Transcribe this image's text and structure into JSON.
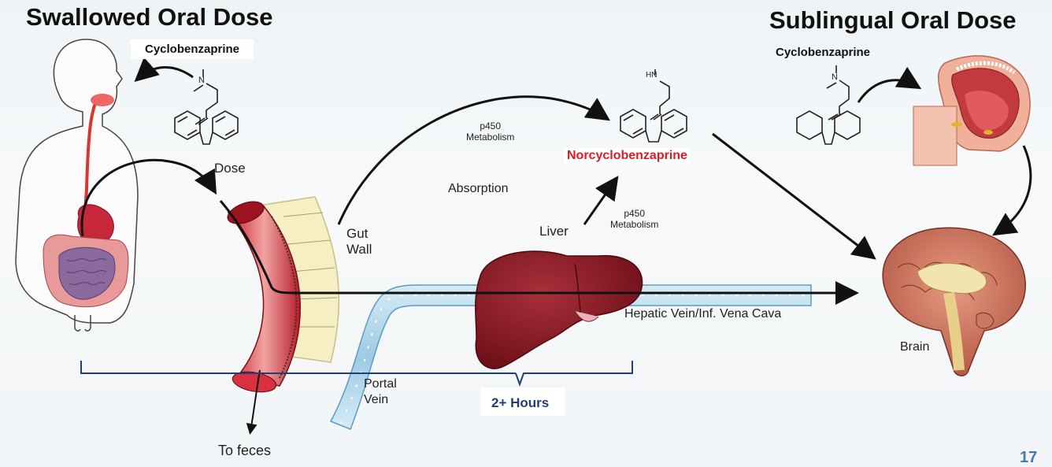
{
  "titles": {
    "left": "Swallowed Oral Dose",
    "right": "Sublingual Oral Dose"
  },
  "labels": {
    "cyclobenzaprine_left": "Cyclobenzaprine",
    "cyclobenzaprine_right": "Cyclobenzaprine",
    "dose": "Dose",
    "p450_top_1": "p450",
    "p450_top_2": "Metabolism",
    "norcyclobenzaprine": "Norcyclobenzaprine",
    "absorption": "Absorption",
    "gut_wall_1": "Gut",
    "gut_wall_2": "Wall",
    "liver": "Liver",
    "p450_liver_1": "p450",
    "p450_liver_2": "Metabolism",
    "hepatic_vein": "Hepatic Vein/Inf. Vena Cava",
    "portal_vein_1": "Portal",
    "portal_vein_2": "Vein",
    "two_hours": "2+ Hours",
    "brain": "Brain",
    "to_feces": "To feces",
    "page_number": "17",
    "hn": "HN",
    "n_left": "N",
    "n_right": "N"
  },
  "colors": {
    "norcyclobenzaprine": "#e11b22",
    "hours": "#1f3f78",
    "bracket": "#1f3f78",
    "liver": "#8e1a24",
    "vein": "#a9d3e8"
  }
}
